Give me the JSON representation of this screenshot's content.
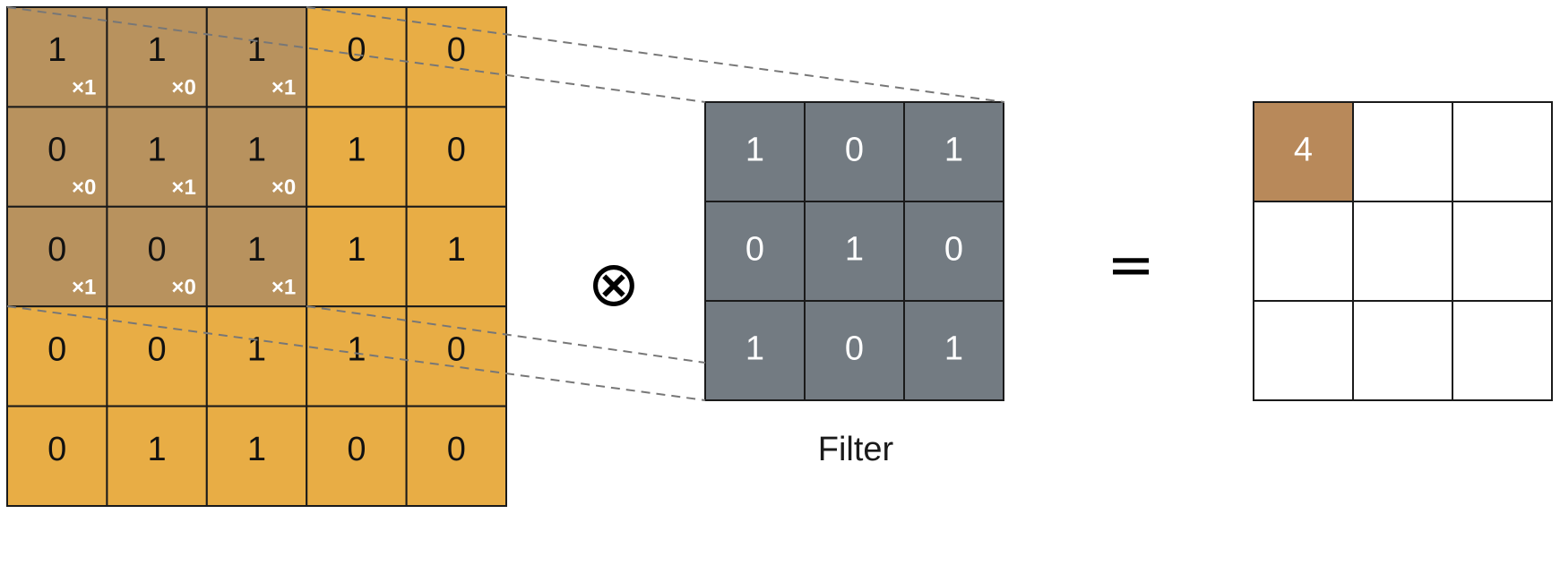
{
  "input_matrix": {
    "values": [
      [
        "1",
        "1",
        "1",
        "0",
        "0"
      ],
      [
        "0",
        "1",
        "1",
        "1",
        "0"
      ],
      [
        "0",
        "0",
        "1",
        "1",
        "1"
      ],
      [
        "0",
        "0",
        "1",
        "1",
        "0"
      ],
      [
        "0",
        "1",
        "1",
        "0",
        "0"
      ]
    ],
    "multipliers": [
      [
        "×1",
        "×0",
        "×1"
      ],
      [
        "×0",
        "×1",
        "×0"
      ],
      [
        "×1",
        "×0",
        "×1"
      ]
    ]
  },
  "filter": {
    "label": "Filter",
    "values": [
      [
        "1",
        "0",
        "1"
      ],
      [
        "0",
        "1",
        "0"
      ],
      [
        "1",
        "0",
        "1"
      ]
    ]
  },
  "operators": {
    "convolve": "⊗",
    "equals": "="
  },
  "output": {
    "values": [
      [
        "4",
        "",
        ""
      ],
      [
        "",
        "",
        ""
      ],
      [
        "",
        "",
        ""
      ]
    ]
  },
  "colors": {
    "input_cell": "#E8AD45",
    "receptive_field": "#B8925E",
    "filter_cell": "#737B82",
    "output_highlight": "#B8895A",
    "grid_line": "#1a1a1a",
    "dashed_line": "#777777"
  }
}
